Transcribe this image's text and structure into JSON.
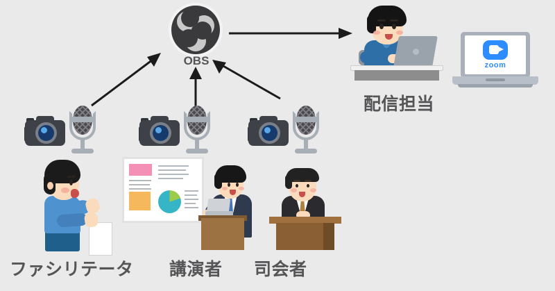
{
  "diagram": {
    "title": "OBS streaming setup diagram",
    "background_color": "#eaeaea",
    "label_color": "#555557"
  },
  "nodes": {
    "obs": {
      "label": "OBS",
      "icon": "obs-logo-icon",
      "color": "#3a3a3c"
    },
    "streamer": {
      "label": "配信担当",
      "icon": "person-at-laptop-icon",
      "shirt_color": "#2f6fa8"
    },
    "zoom_laptop": {
      "label": "zoom",
      "icon": "zoom-app-icon",
      "accent_color": "#2d8cff"
    },
    "facilitator": {
      "label": "ファシリテータ",
      "icon": "person-speaking-icon",
      "shirt_color": "#4e93cf"
    },
    "speaker": {
      "label": "講演者",
      "icon": "person-at-podium-icon",
      "suit_color": "#2f3a4e"
    },
    "mc": {
      "label": "司会者",
      "icon": "person-at-desk-icon",
      "suit_color": "#2b2b2f"
    },
    "whiteboard": {
      "icon": "presentation-board-icon",
      "pie_colors": [
        "#35b5c6",
        "#9ccc49"
      ],
      "block_colors": [
        "#f48fb6",
        "#f6b85c"
      ]
    }
  },
  "capture_devices": [
    {
      "id": "capture-set-left",
      "camera": "camera-icon",
      "microphone": "microphone-icon"
    },
    {
      "id": "capture-set-center",
      "camera": "camera-icon",
      "microphone": "microphone-icon"
    },
    {
      "id": "capture-set-right",
      "camera": "camera-icon",
      "microphone": "microphone-icon"
    }
  ],
  "arrows": [
    {
      "id": "arrow-facilitator-to-obs",
      "from": "facilitator",
      "to": "obs",
      "direction": "up-right"
    },
    {
      "id": "arrow-speaker-to-obs",
      "from": "speaker",
      "to": "obs",
      "direction": "up"
    },
    {
      "id": "arrow-mc-to-obs",
      "from": "mc",
      "to": "obs",
      "direction": "up-left"
    },
    {
      "id": "arrow-obs-to-streamer",
      "from": "obs",
      "to": "streamer",
      "direction": "right"
    }
  ]
}
